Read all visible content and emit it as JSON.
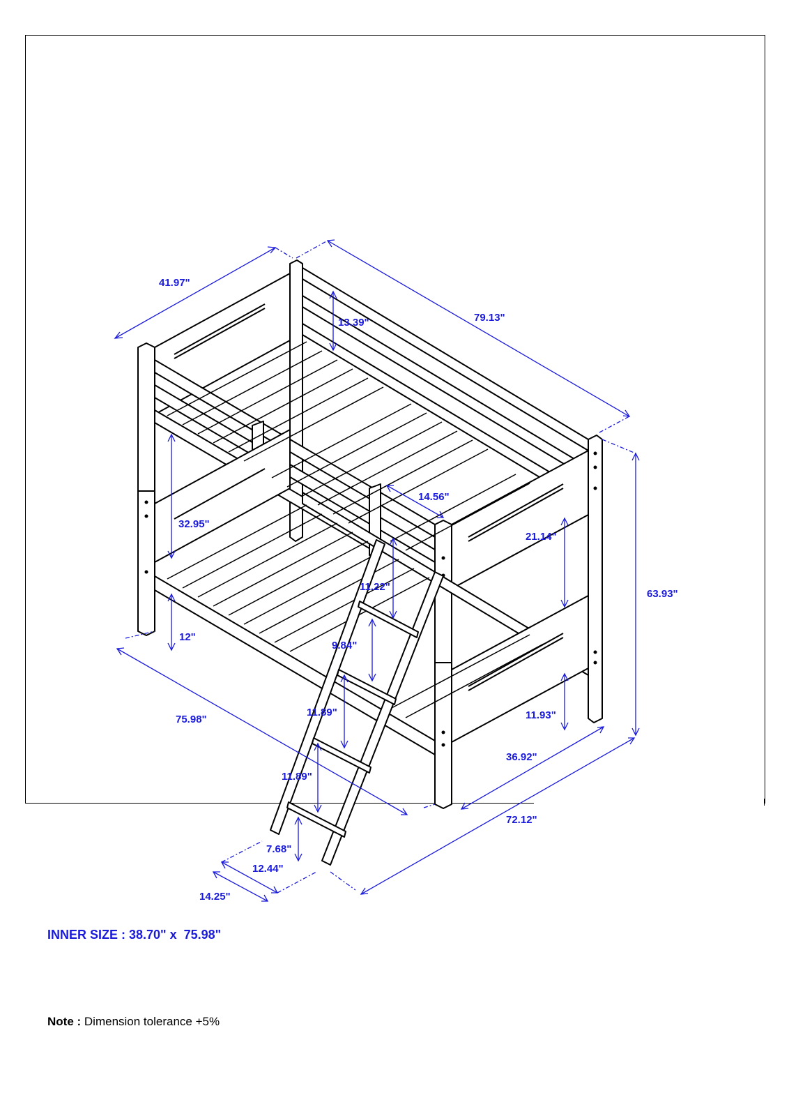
{
  "colors": {
    "dimension": "#1a1adb",
    "line": "#000000"
  },
  "dimensions": {
    "top_width": "41.97\"",
    "top_length": "79.13\"",
    "guardrail_height": "13.39\"",
    "ladder_opening": "14.56\"",
    "under_bunk_clearance": "32.95\"",
    "footboard_panel": "21.14\"",
    "total_height": "63.93\"",
    "rung_spacing_top": "11.22\"",
    "rung_spacing_2": "9.84\"",
    "floor_clearance": "12\"",
    "rung_spacing_3": "11.89\"",
    "rung_spacing_4": "11.89\"",
    "bottom_panel": "11.93\"",
    "bottom_length": "75.98\"",
    "bottom_width": "36.92\"",
    "overall_length": "72.12\"",
    "ladder_first_step": "7.68\"",
    "ladder_inner_width": "12.44\"",
    "ladder_outer_width": "14.25\""
  },
  "inner_size": "INNER SIZE : 38.70\" x  75.98\"",
  "note": {
    "label": "Note :",
    "text": " Dimension tolerance +5%"
  }
}
